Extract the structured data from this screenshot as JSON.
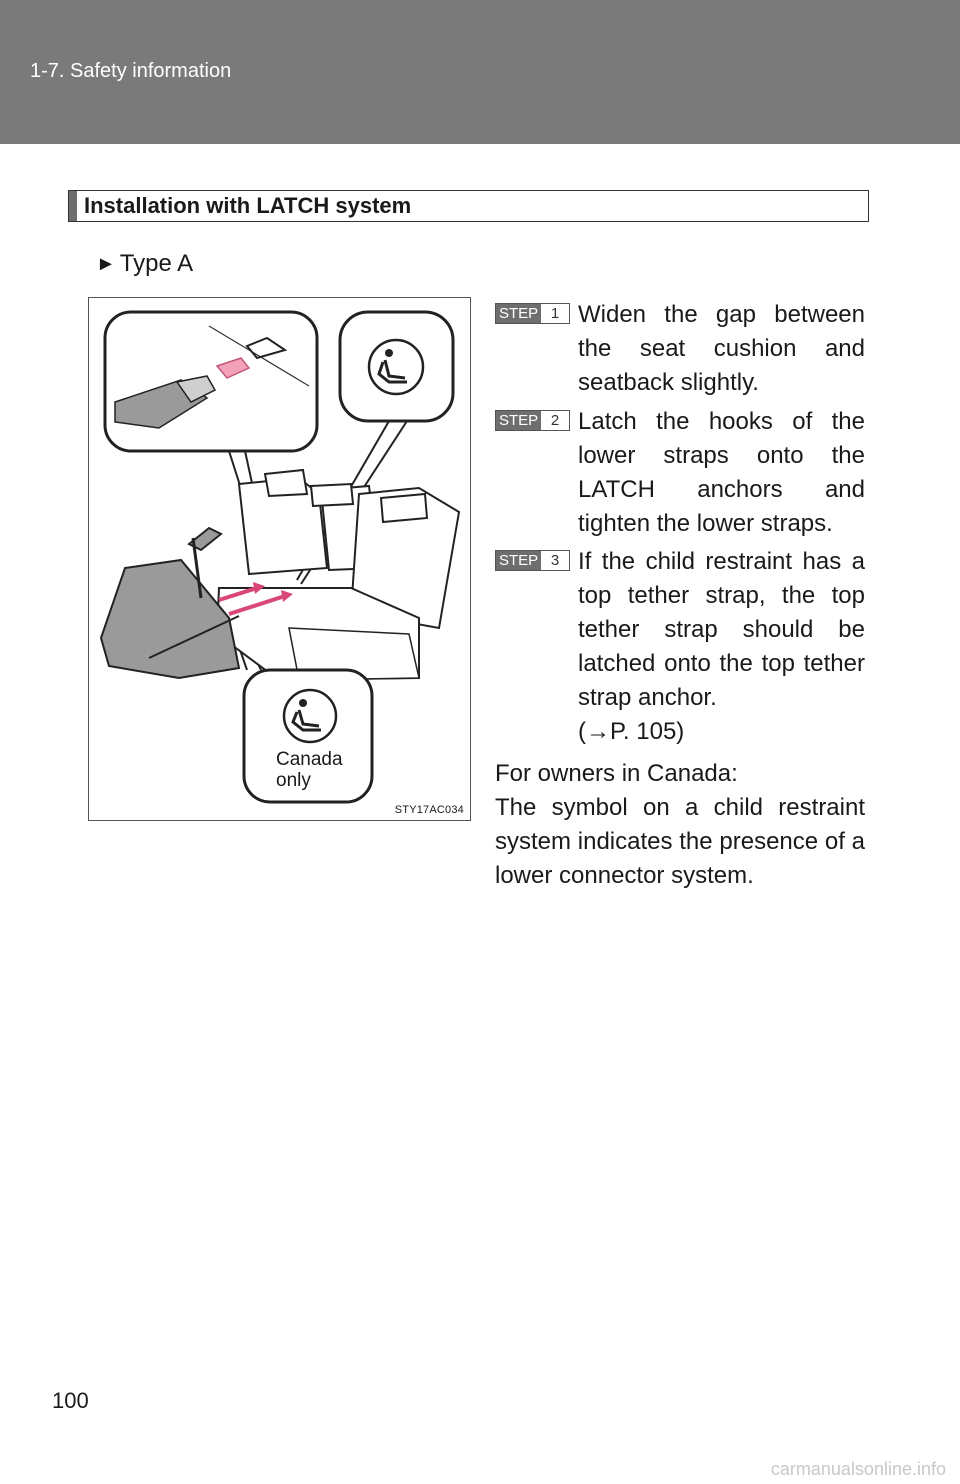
{
  "header": {
    "title": "1-7. Safety information"
  },
  "section": {
    "heading": "Installation with LATCH system"
  },
  "type_label": {
    "marker": "►",
    "text": "Type A"
  },
  "figure": {
    "code": "STY17AC034",
    "callout_label": "Canada only"
  },
  "steps": [
    {
      "badge": "STEP",
      "num": "1",
      "text": "Widen the gap between the seat cushion and seatback slightly."
    },
    {
      "badge": "STEP",
      "num": "2",
      "text": "Latch the hooks of the lower straps onto the LATCH anchors and tighten the lower straps."
    },
    {
      "badge": "STEP",
      "num": "3",
      "text": "If the child restraint has a top tether strap, the top tether strap should be latched onto the top tether strap anchor."
    }
  ],
  "step3_ref": "(→P. 105)",
  "canada_note": {
    "line1": "For owners in Canada:",
    "line2": "The symbol on a child restraint system indicates the presence of a lower connector system."
  },
  "page_number": "100",
  "watermark": "carmanualsonline.info"
}
